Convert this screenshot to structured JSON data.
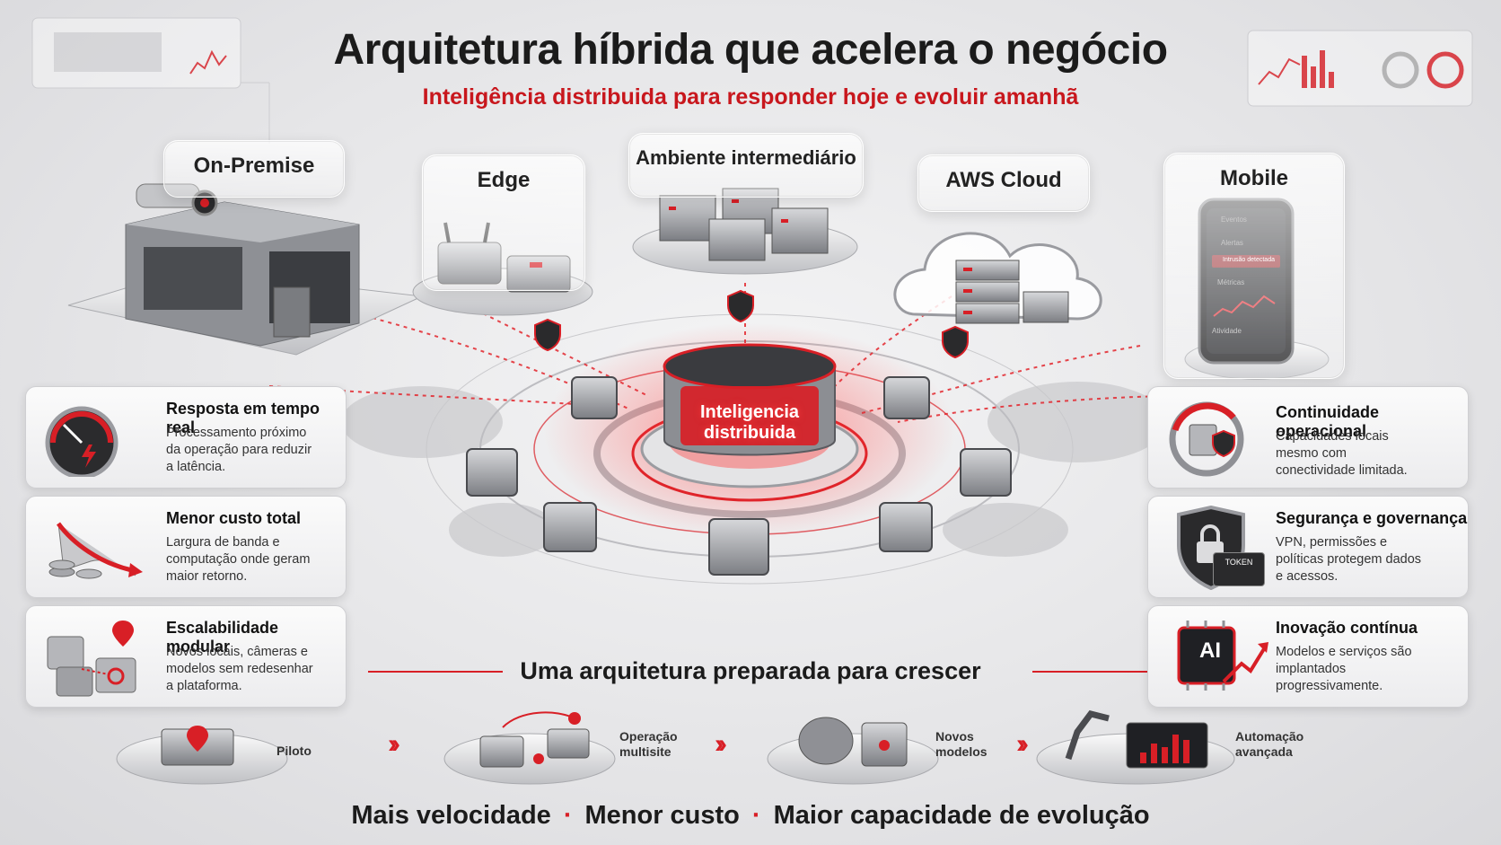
{
  "header": {
    "title": "Arquitetura híbrida que acelera o negócio",
    "subtitle": "Inteligência distribuida para responder hoje e evoluir amanhã"
  },
  "environments": [
    {
      "label": "On-Premise"
    },
    {
      "label": "Edge"
    },
    {
      "label": "Ambiente intermediário"
    },
    {
      "label": "AWS Cloud"
    },
    {
      "label": "Mobile"
    }
  ],
  "mobile_screen": {
    "events": "Eventos",
    "alerts": "Alertas",
    "alert_item": "Intrusão detectada",
    "metrics": "Métricas",
    "activity": "Atividade"
  },
  "hub": {
    "line1": "Inteligencia",
    "line2": "distribuida"
  },
  "benefits_left": [
    {
      "title": "Resposta em tempo real",
      "desc": "Processamento próximo da operação para reduzir a latência."
    },
    {
      "title": "Menor custo total",
      "desc": "Largura de banda e computação onde geram maior retorno."
    },
    {
      "title": "Escalabilidade modular",
      "desc": "Novos locais, câmeras e modelos sem redesenhar a plataforma."
    }
  ],
  "benefits_right": [
    {
      "title": "Continuidade operacional",
      "desc": "Capacidades locais mesmo com conectividade limitada."
    },
    {
      "title": "Segurança e governança",
      "desc": "VPN, permissões e políticas protegem dados e acessos.",
      "badge": "TOKEN"
    },
    {
      "title": "Inovação contínua",
      "desc": "Modelos e serviços são implantados progressivamente.",
      "badge": "AI"
    }
  ],
  "growth_title": "Uma arquitetura preparada para crescer",
  "roadmap": [
    {
      "label": "Piloto"
    },
    {
      "label": "Operação multisite"
    },
    {
      "label": "Novos modelos"
    },
    {
      "label": "Automação avançada"
    }
  ],
  "footer": {
    "items": [
      "Mais velocidade",
      "Menor custo",
      "Maior capacidade de evolução"
    ]
  },
  "colors": {
    "accent": "#d81f26",
    "dark": "#1b1b1b",
    "metal": "#8d8f94"
  }
}
